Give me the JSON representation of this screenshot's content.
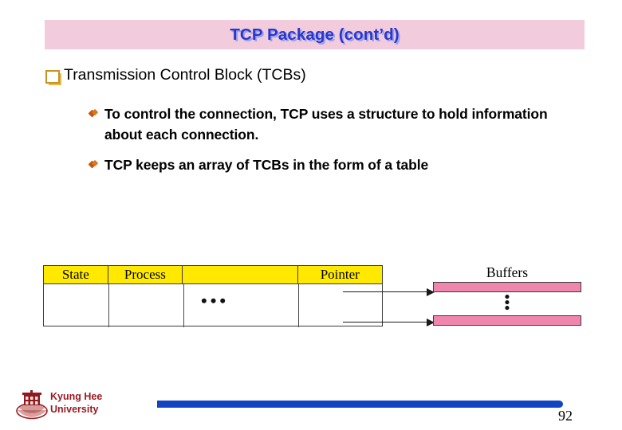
{
  "slide": {
    "title": "TCP Package (cont’d)",
    "banner_color": "#f2cbdd",
    "title_color": "#2b36cf"
  },
  "content": {
    "heading": {
      "marker": "hollow-square-bullet",
      "text": "Transmission Control Block (TCBs)"
    },
    "bullets": [
      {
        "marker": "diamond-bullet",
        "text": "To control the connection, TCP uses a structure to hold information about each connection."
      },
      {
        "marker": "diamond-bullet",
        "text": "TCP keeps an array of TCBs in the form of a table"
      }
    ]
  },
  "diagram": {
    "table": {
      "header_bg": "#ffe900",
      "columns": [
        "State",
        "Process",
        "",
        "Pointer"
      ],
      "body_ellipsis": "•••"
    },
    "buffers": {
      "label": "Buffers",
      "bar_color": "#ef86ae",
      "count_visible": 2,
      "vertical_ellipsis": "•"
    },
    "arrows": 2
  },
  "footer": {
    "university": "Kyung Hee\nUniversity",
    "university_color": "#9b1b22",
    "bar_color": "#1344c4",
    "page_number": "92"
  }
}
